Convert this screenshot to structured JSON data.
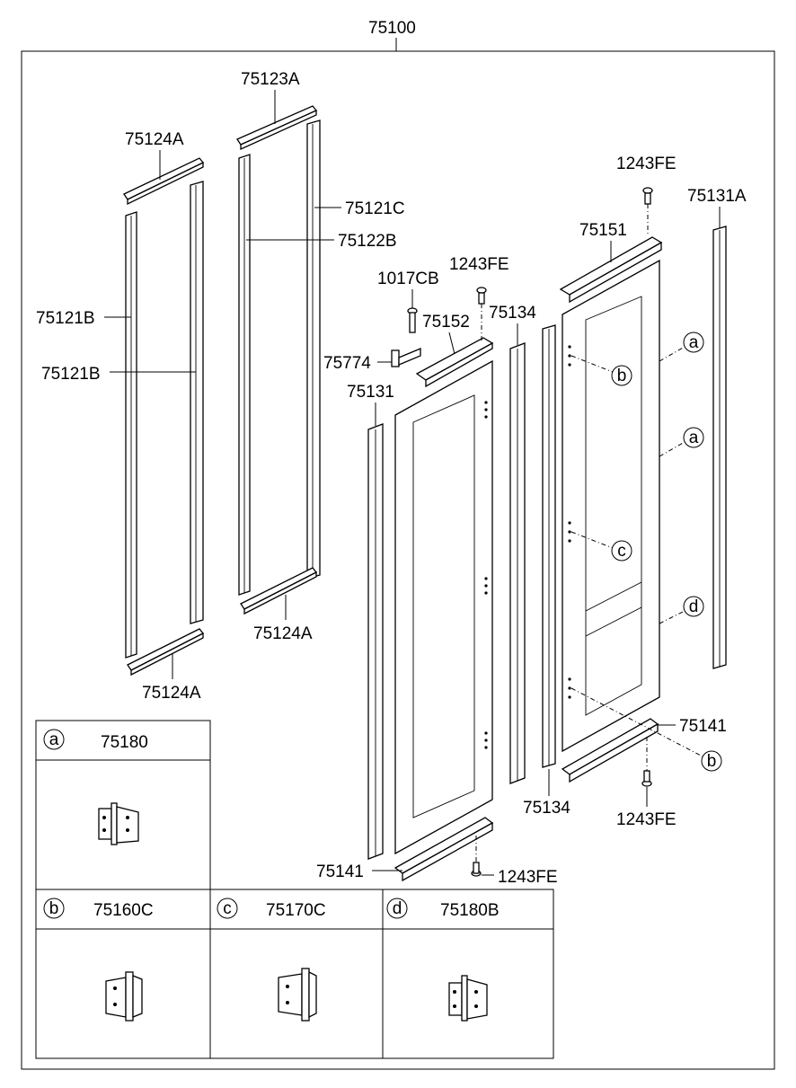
{
  "assembly": {
    "number": "75100"
  },
  "callouts": {
    "p75123A": "75123A",
    "p75124A_top": "75124A",
    "p75121C": "75121C",
    "p75122B": "75122B",
    "p75121B_a": "75121B",
    "p75121B_b": "75121B",
    "p75124A_mid": "75124A",
    "p75124A_bot": "75124A",
    "p1243FE_top": "1243FE",
    "p75131A": "75131A",
    "p75151": "75151",
    "p1243FE_mid": "1243FE",
    "p1017CB": "1017CB",
    "p75152": "75152",
    "p75134_top": "75134",
    "p75774": "75774",
    "p75131": "75131",
    "p75141_right": "75141",
    "p75134_bot": "75134",
    "p1243FE_right": "1243FE",
    "p75141_left": "75141",
    "p1243FE_bot": "1243FE"
  },
  "markers": {
    "a1": "a",
    "a2": "a",
    "b1": "b",
    "c1": "c",
    "d1": "d",
    "b2": "b"
  },
  "legend": [
    {
      "letter": "a",
      "part": "75180"
    },
    {
      "letter": "b",
      "part": "75160C"
    },
    {
      "letter": "c",
      "part": "75170C"
    },
    {
      "letter": "d",
      "part": "75180B"
    }
  ],
  "icons": [
    "hinge-icon"
  ]
}
